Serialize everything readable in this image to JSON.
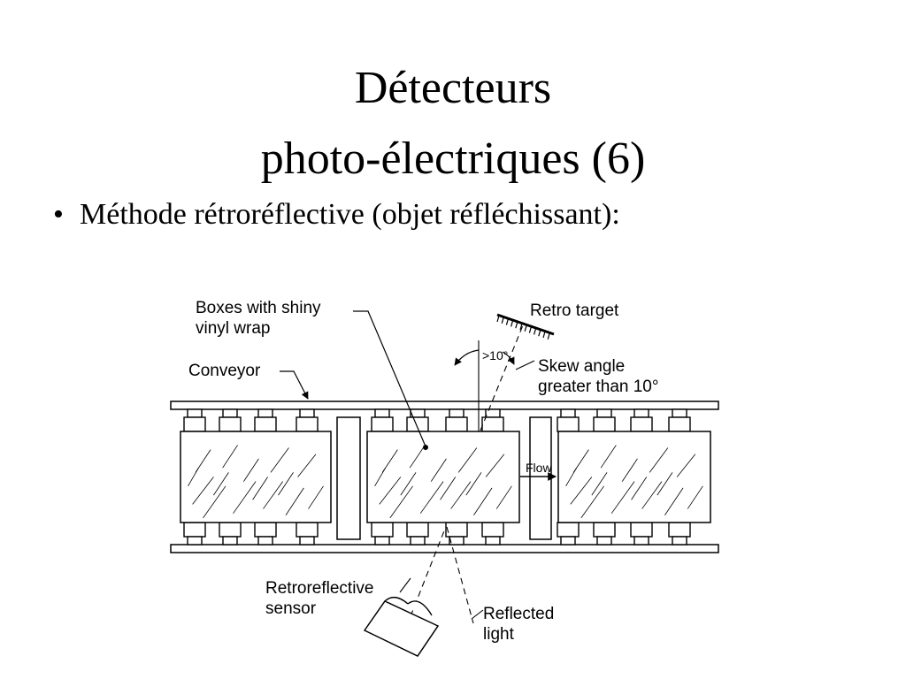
{
  "slide": {
    "title_line1": "Détecteurs",
    "title_line2": "photo-électriques (6)",
    "bullet_marker": "•",
    "bullet": "Méthode rétroréflective (objet réfléchissant):"
  },
  "diagram": {
    "labels": {
      "boxes_line1": "Boxes with shiny",
      "boxes_line2": "vinyl wrap",
      "conveyor": "Conveyor",
      "retro_target": "Retro target",
      "angle": ">10°",
      "skew_line1": "Skew angle",
      "skew_line2": "greater than 10°",
      "flow": "Flow",
      "sensor_line1": "Retroreflective",
      "sensor_line2": "sensor",
      "reflected_line1": "Reflected",
      "reflected_line2": "light"
    }
  }
}
